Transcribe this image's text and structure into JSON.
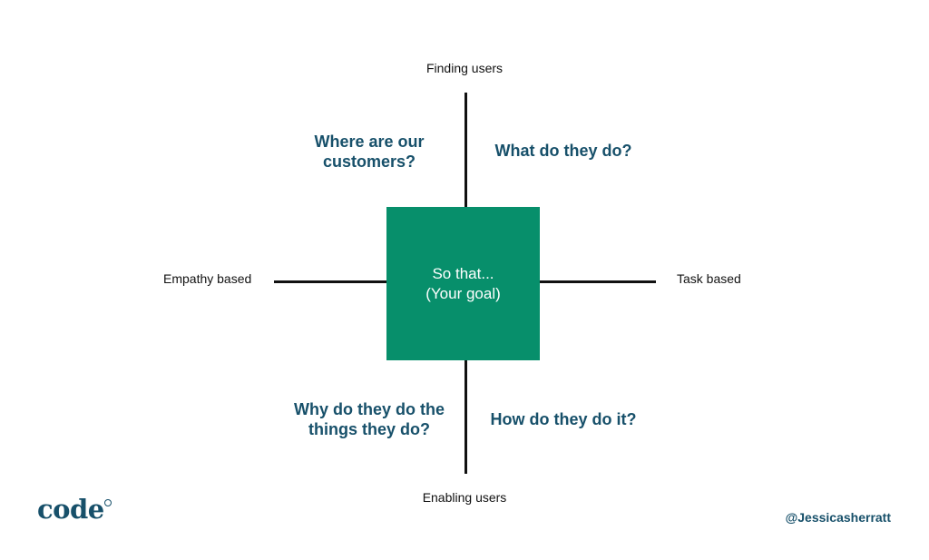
{
  "axes": {
    "top": "Finding users",
    "bottom": "Enabling users",
    "left": "Empathy based",
    "right": "Task based"
  },
  "center": {
    "line1": "So that...",
    "line2": "(Your goal)",
    "color": "#078f6b"
  },
  "quadrants": {
    "top_left": {
      "line1": "Where are our",
      "line2": "customers?"
    },
    "top_right": {
      "line1": "What do they do?"
    },
    "bottom_left": {
      "line1": "Why do they do the",
      "line2": "things they do?"
    },
    "bottom_right": {
      "line1": "How do they do it?"
    }
  },
  "branding": {
    "logo": "code",
    "credit": "@Jessicasherratt",
    "accent_color": "#17506a"
  }
}
